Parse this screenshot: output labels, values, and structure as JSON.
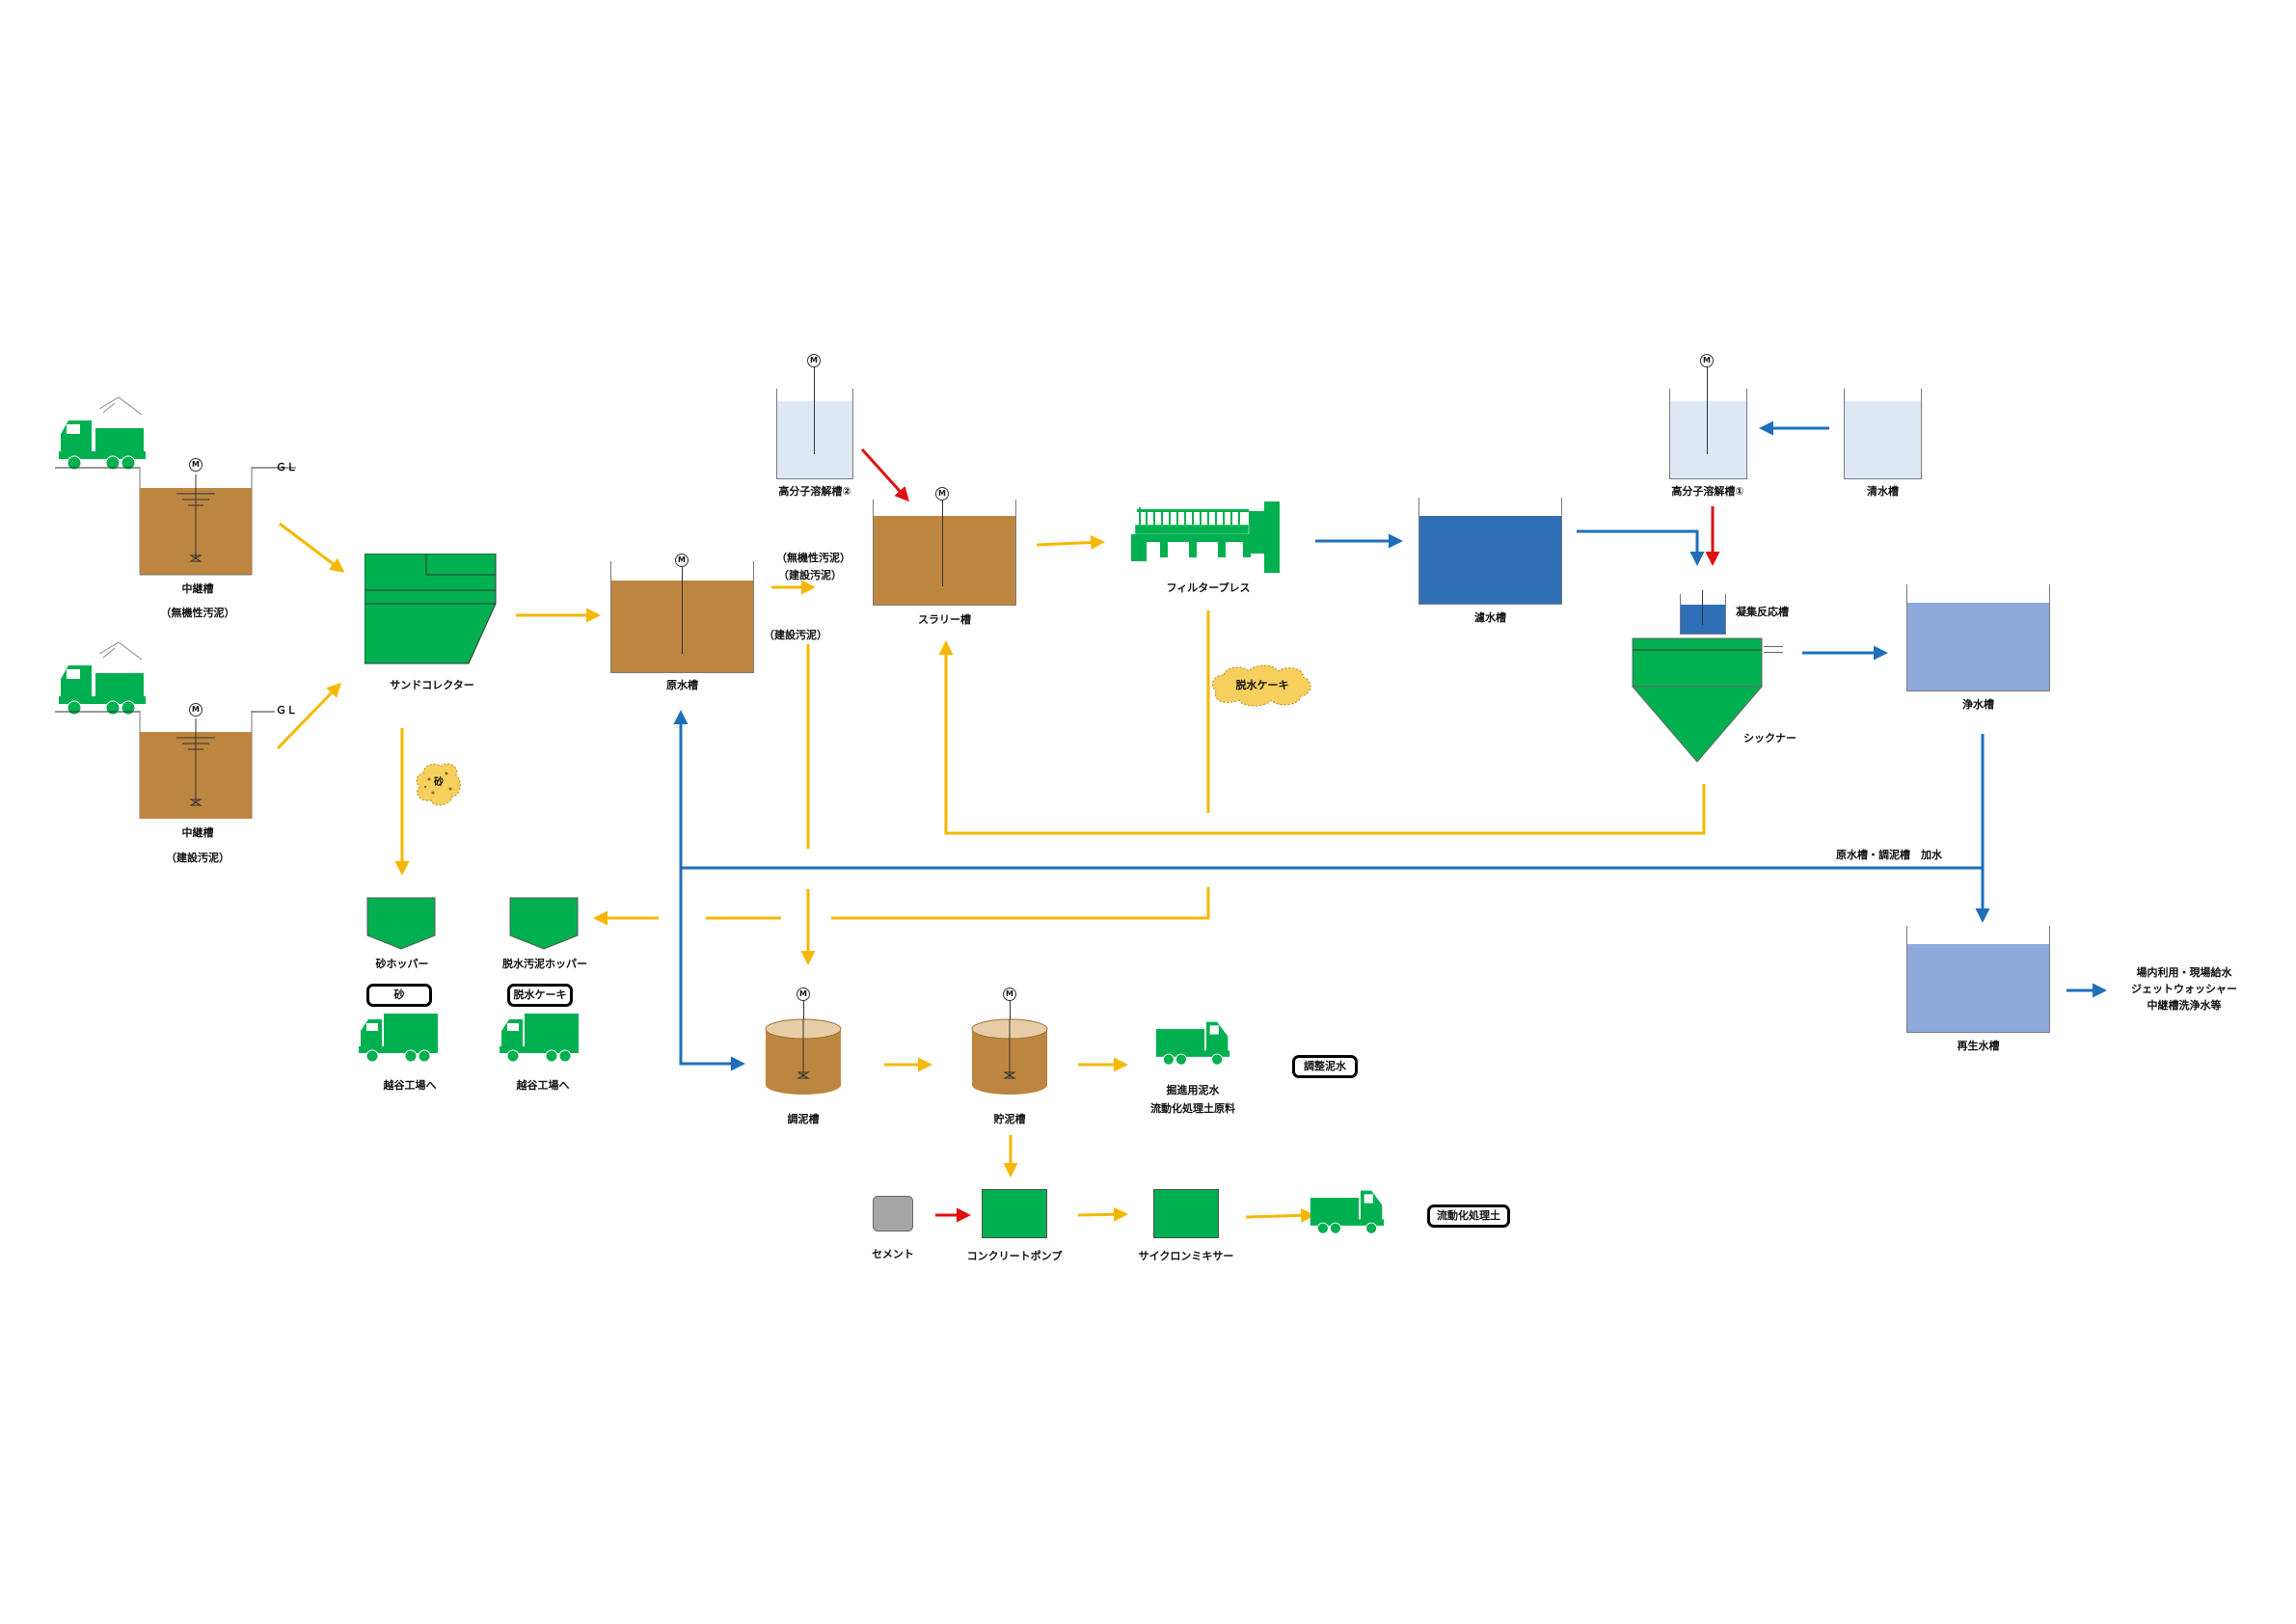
{
  "colors": {
    "sludge": "#bd8640",
    "green": "#00b050",
    "flow_sludge": "#f5b700",
    "flow_water": "#1f6fbb",
    "flow_chemical": "#e01010",
    "dark_water": "#2e6fb7",
    "clean_water": "#8ea9db",
    "light_water": "#dde8f5",
    "cement": "#a6a6a6",
    "cake": "#f7cf5c"
  },
  "labels": {
    "relay_tank_1": "中継槽",
    "relay_tank_1_sub": "（無機性汚泥）",
    "relay_tank_2": "中継槽",
    "relay_tank_2_sub": "（建設汚泥）",
    "gl_1": "ＧＬ",
    "gl_2": "ＧＬ",
    "sand_collector": "サンドコレクター",
    "sand_blob": "砂",
    "raw_water_tank": "原水槽",
    "inorganic_note": "（無機性汚泥）",
    "construction_note": "（建設汚泥）",
    "construction_note_2": "（建設汚泥）",
    "polymer_tank_2": "高分子溶解槽②",
    "slurry_tank": "スラリー槽",
    "filter_press": "フィルタープレス",
    "cake_blob": "脱水ケーキ",
    "filtrate_tank": "濾水槽",
    "polymer_tank_1": "高分子溶解槽①",
    "fresh_water_tank": "清水槽",
    "coagulation_tank": "凝集反応槽",
    "thickener": "シックナー",
    "clean_water_tank": "浄水槽",
    "water_supply_note": "原水槽・調泥槽　加水",
    "recycled_water_tank": "再生水槽",
    "reuse_line_1": "場内利用・現場給水",
    "reuse_line_2": "ジェットウォッシャー",
    "reuse_line_3": "中継槽洗浄水等",
    "sand_hopper": "砂ホッパー",
    "cake_hopper": "脱水汚泥ホッパー",
    "sand_box": "砂",
    "cake_box": "脱水ケーキ",
    "to_koshigaya_1": "越谷工場へ",
    "to_koshigaya_2": "越谷工場へ",
    "adjust_tank": "調泥槽",
    "storage_tank": "貯泥槽",
    "drilling_mud_1": "掘進用泥水",
    "drilling_mud_2": "流動化処理土原料",
    "adjusted_mud_box": "調整泥水",
    "cement": "セメント",
    "concrete_pump": "コンクリートポンプ",
    "cyclone_mixer": "サイクロンミキサー",
    "fluidized_soil_box": "流動化処理土",
    "motor": "M"
  },
  "icons": {
    "dump_truck": "dump-truck-icon",
    "truck": "truck-icon",
    "motor": "motor-icon",
    "agitator": "agitator-icon"
  }
}
